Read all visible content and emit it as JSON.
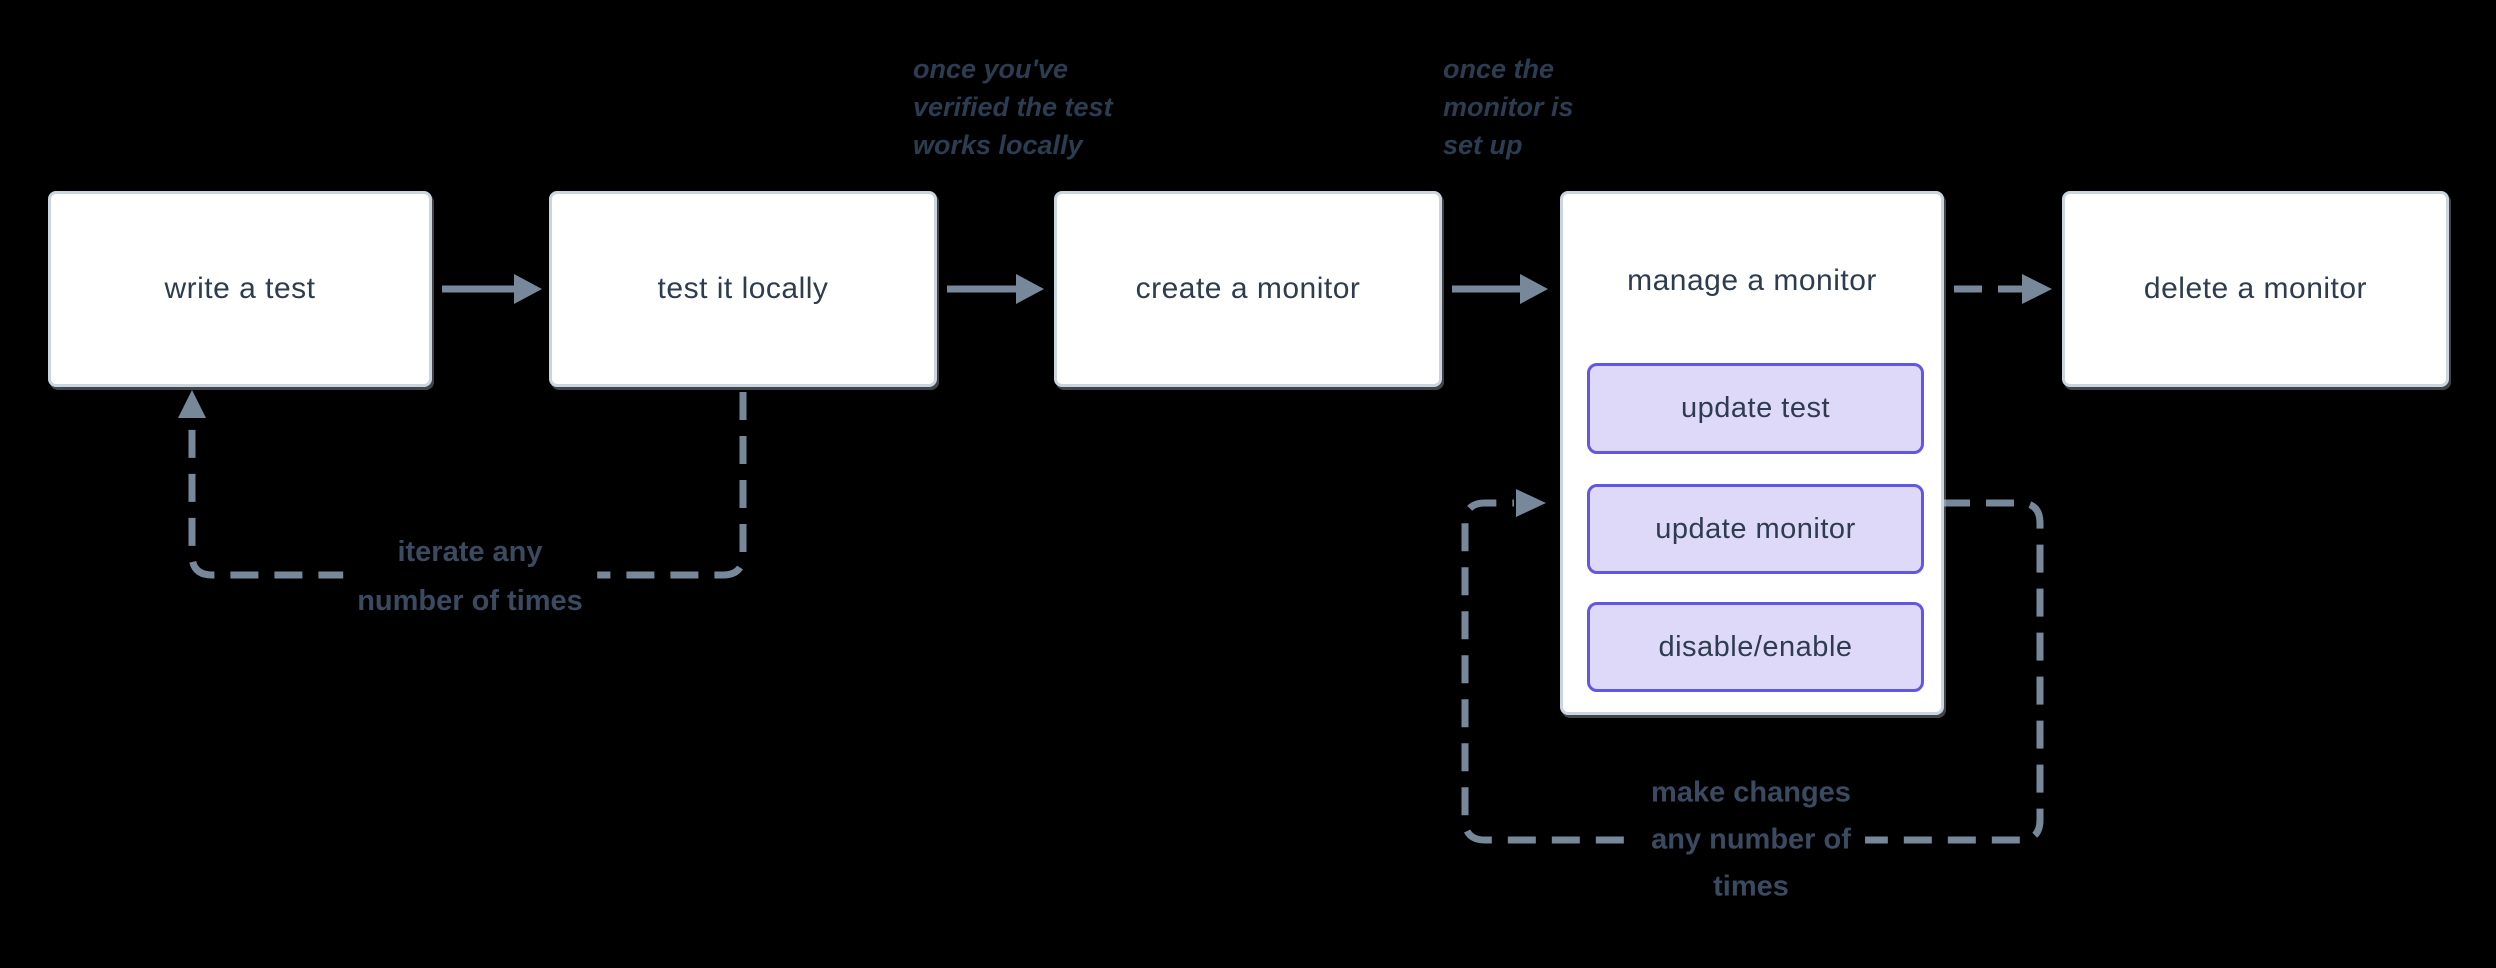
{
  "colors": {
    "background": "#000000",
    "box_fill": "#ffffff",
    "box_border": "#cad5df",
    "box_text": "#2d3c4e",
    "connector": "#77889b",
    "sub_box_fill": "#dfd9f9",
    "sub_box_border": "#6156e5",
    "annotation_text": "#2c3c51",
    "loop_caption_text": "#3a4b61"
  },
  "flow": {
    "boxes": [
      {
        "label": "write a test"
      },
      {
        "label": "test it locally"
      },
      {
        "label": "create a monitor"
      },
      {
        "label": "manage a monitor",
        "sub_actions": [
          {
            "label": "update test"
          },
          {
            "label": "update monitor"
          },
          {
            "label": "disable/enable"
          }
        ]
      },
      {
        "label": "delete a monitor"
      }
    ],
    "edges": [
      {
        "from": "write a test",
        "to": "test it locally",
        "style": "solid"
      },
      {
        "from": "test it locally",
        "to": "create a monitor",
        "style": "solid"
      },
      {
        "from": "create a monitor",
        "to": "manage a monitor",
        "style": "solid"
      },
      {
        "from": "manage a monitor",
        "to": "delete a monitor",
        "style": "dashed"
      },
      {
        "from": "test it locally",
        "to": "write a test",
        "style": "dashed-loop",
        "caption": "iterate any\nnumber of times"
      },
      {
        "from": "manage a monitor",
        "to": "manage a monitor",
        "style": "dashed-loop",
        "caption": "make changes\nany number of\ntimes"
      }
    ],
    "annotations": [
      {
        "text": "once you've\nverified the test\nworks locally"
      },
      {
        "text": "once the\nmonitor is\nset up"
      }
    ],
    "loop_captions": [
      {
        "text": "iterate any\nnumber of times"
      },
      {
        "text": "make changes\nany number of\ntimes"
      }
    ]
  }
}
